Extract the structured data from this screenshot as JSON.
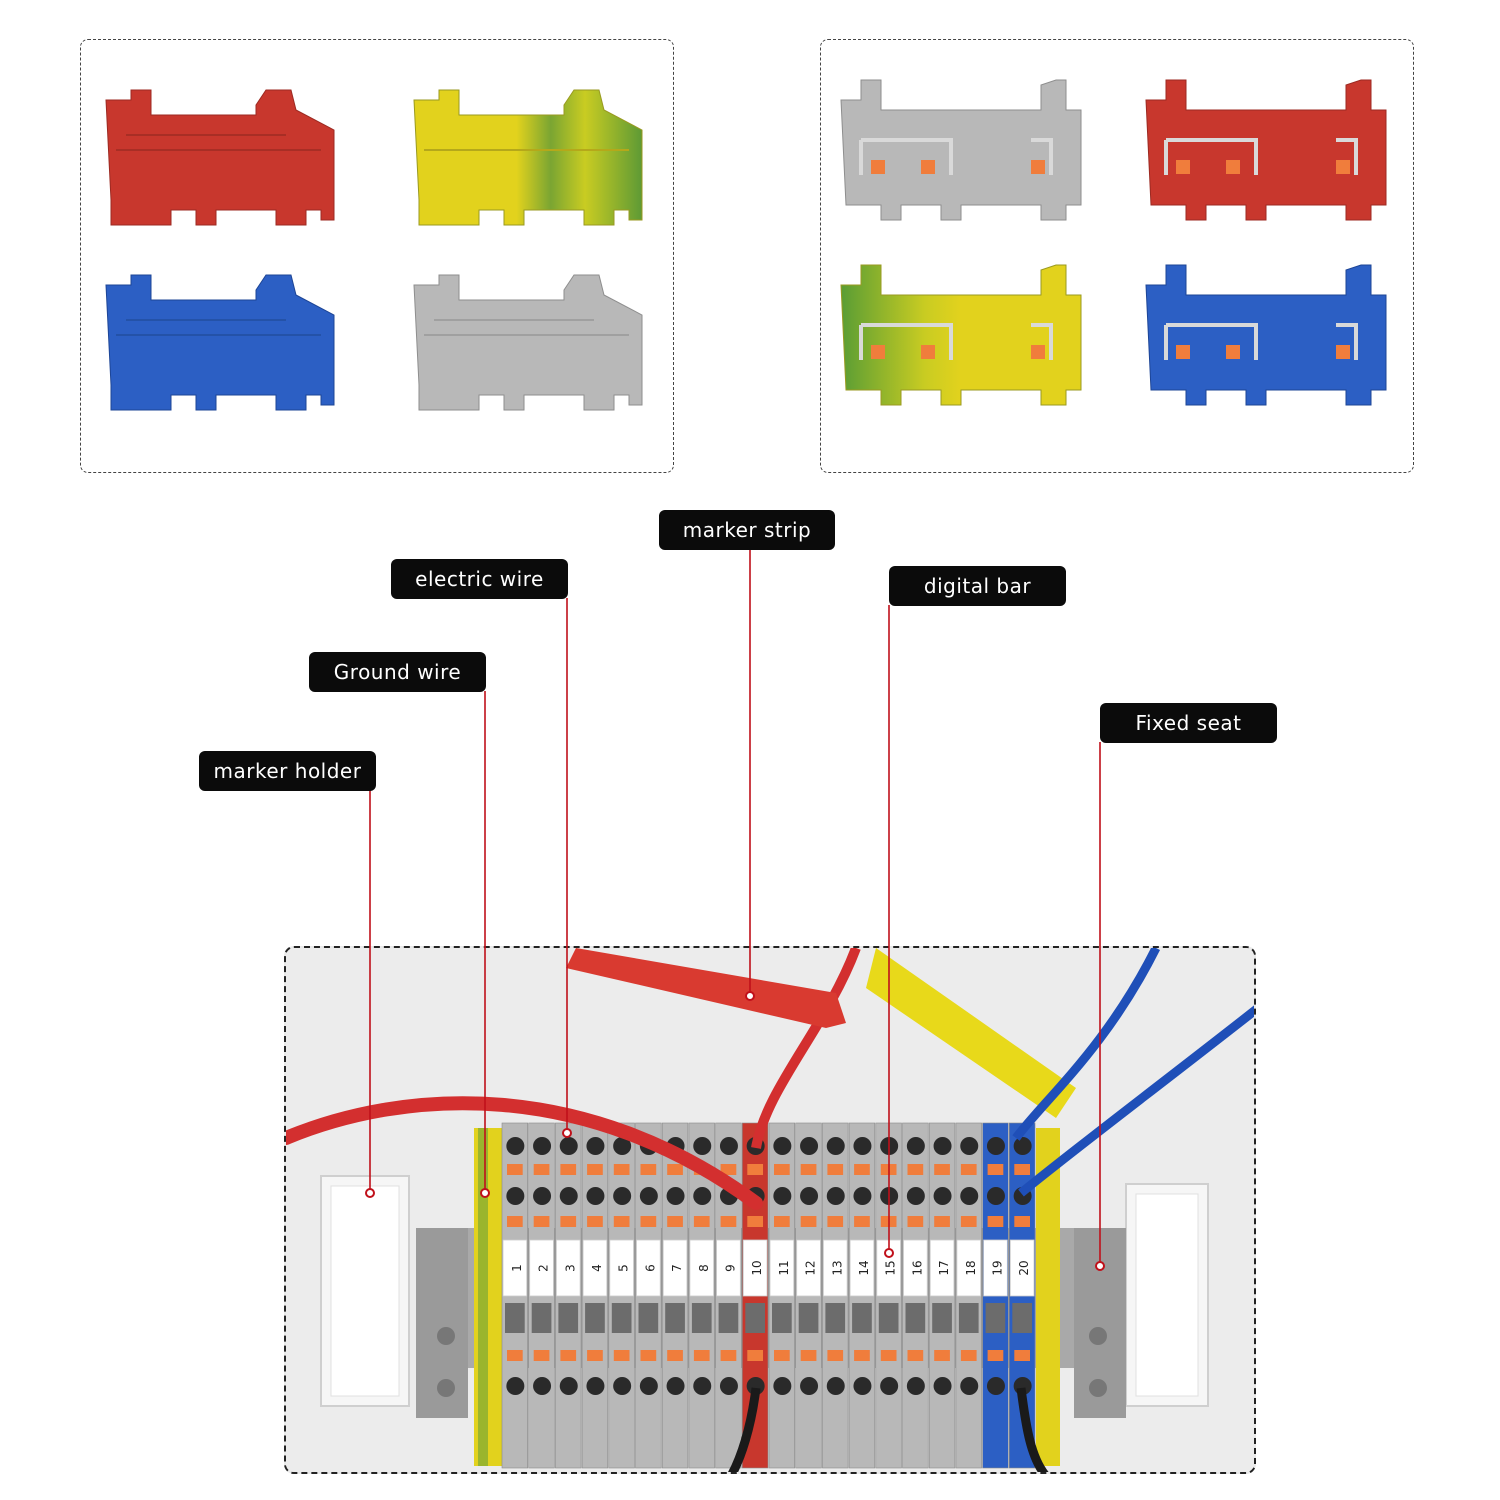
{
  "colors": {
    "red": "#c8372d",
    "yellow": "#e2d21d",
    "green": "#5a9d34",
    "blue": "#2c5fc4",
    "grey": "#b8b8b8",
    "orange": "#f07d3c",
    "leader": "#c0101a",
    "label_bg": "#0b0b0b"
  },
  "top_left_panel": {
    "blocks": [
      {
        "color": "red"
      },
      {
        "color": "yellow-green"
      },
      {
        "color": "blue"
      },
      {
        "color": "grey"
      }
    ]
  },
  "top_right_panel": {
    "blocks": [
      {
        "color": "grey"
      },
      {
        "color": "red"
      },
      {
        "color": "yellow-green"
      },
      {
        "color": "blue"
      }
    ]
  },
  "callouts": {
    "marker_strip": "marker strip",
    "electric_wire": "electric wire",
    "digital_bar": "digital bar",
    "ground_wire": "Ground wire",
    "fixed_seat": "Fixed seat",
    "marker_holder": "marker holder"
  },
  "assembly": {
    "marker_numbers": [
      "1",
      "2",
      "3",
      "4",
      "5",
      "6",
      "7",
      "8",
      "9",
      "10",
      "11",
      "12",
      "13",
      "14",
      "15",
      "16",
      "17",
      "18",
      "19",
      "20"
    ]
  }
}
